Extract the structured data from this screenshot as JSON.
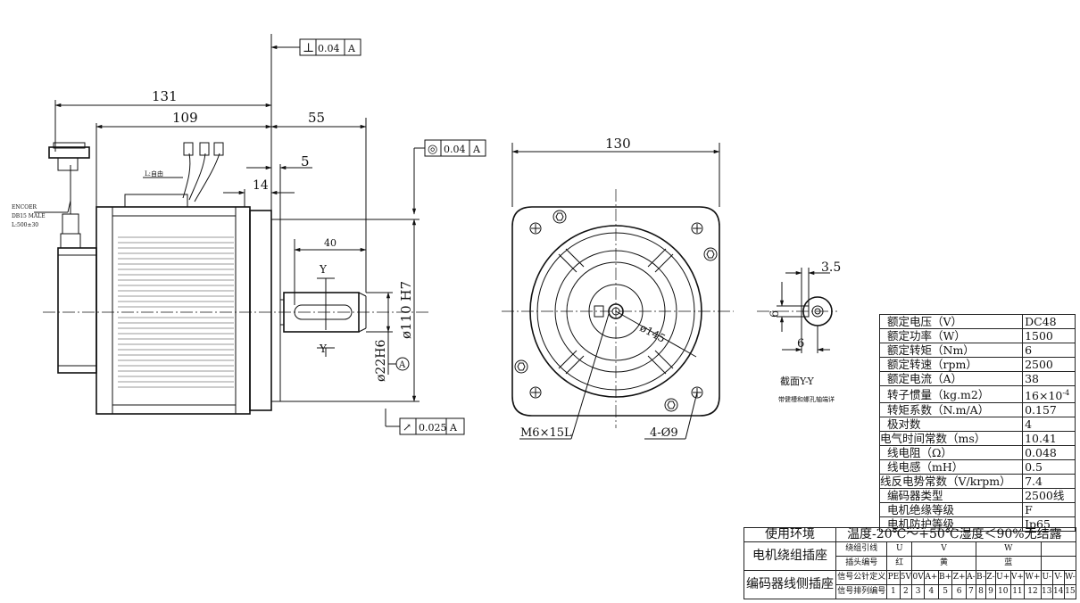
{
  "side_view": {
    "dim_total_length": "131",
    "dim_body_length": "109",
    "dim_shaft_length": "55",
    "dim_key_offset": "5",
    "dim_flange": "14",
    "dim_key_length": "40",
    "dim_pilot": "ø110 H7",
    "dim_shaft_dia": "ø22H6",
    "section_mark": "Y",
    "datum_letter": "A",
    "cable_label": "L:自由",
    "encoder_note": [
      "ENCOER",
      "DB15 MALE",
      "L:500±30"
    ],
    "tolerances": [
      {
        "symbol": "⊥",
        "value": "0.04",
        "datum": "A"
      },
      {
        "symbol": "◎",
        "value": "0.04",
        "datum": "A"
      },
      {
        "symbol": "↗",
        "value": "0.025",
        "datum": "A"
      }
    ]
  },
  "front_view": {
    "dim_width": "130",
    "dim_pcd": "ø145",
    "thread_note": "M6×15L",
    "holes_note": "4-Ø9"
  },
  "section_view": {
    "dim_key_width": "3.5",
    "dim_height_left": "6",
    "dim_height_bottom": "6",
    "caption": "截面Y-Y",
    "sub_caption": "带健槽和螺孔轴端详"
  },
  "specs": [
    {
      "label": "额定电压（V）",
      "value": "DC48"
    },
    {
      "label": "额定功率（W）",
      "value": "1500"
    },
    {
      "label": "额定转矩（Nm）",
      "value": "6"
    },
    {
      "label": "额定转速（rpm）",
      "value": "2500"
    },
    {
      "label": "额定电流（A）",
      "value": "38"
    },
    {
      "label": "转子惯量（kg.m2）",
      "value": "16×10",
      "sup": "-4"
    },
    {
      "label": "转矩系数（N.m/A）",
      "value": "0.157"
    },
    {
      "label": "极对数",
      "value": "4"
    },
    {
      "label": "电气时间常数（ms）",
      "value": "10.41"
    },
    {
      "label": "线电阻（Ω）",
      "value": "0.048"
    },
    {
      "label": "线电感（mH）",
      "value": "0.5"
    },
    {
      "label": "线反电势常数（V/krpm）",
      "value": "7.4"
    },
    {
      "label": "编码器类型",
      "value": "2500线"
    },
    {
      "label": "电机绝缘等级",
      "value": "F"
    },
    {
      "label": "电机防护等级",
      "value": "Ip65"
    }
  ],
  "env": {
    "label": "使用环境",
    "value": "温度-20℃～+50℃湿度＜90%无结露"
  },
  "winding": {
    "label": "电机绕组插座",
    "row1_label": "绕组引线",
    "row1_values": [
      "U",
      "V",
      "W"
    ],
    "row2_label": "插头编号",
    "row2_values": [
      "红",
      "黄",
      "蓝"
    ]
  },
  "encoder_pins": {
    "label": "编码器线侧插座",
    "row1_label": "信号公针定义",
    "row1_values": [
      "PE",
      "5V",
      "0V",
      "A+",
      "B+",
      "Z+",
      "A-",
      "B-",
      "Z-",
      "U+",
      "V+",
      "W+",
      "U-",
      "V-",
      "W-"
    ],
    "row2_label": "信号排列编号",
    "row2_values": [
      "1",
      "2",
      "3",
      "4",
      "5",
      "6",
      "7",
      "8",
      "9",
      "10",
      "11",
      "12",
      "13",
      "14",
      "15"
    ]
  }
}
